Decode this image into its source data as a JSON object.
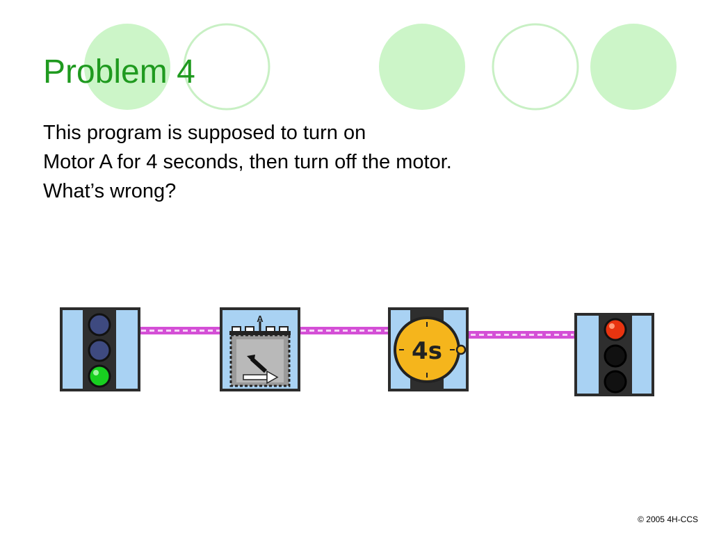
{
  "slide": {
    "title": "Problem 4",
    "body_lines": [
      "This program is supposed to turn on",
      "Motor A for 4 seconds, then turn off the motor.",
      "What’s wrong?"
    ],
    "footer": "© 2005 4H-CCS"
  },
  "program_blocks": [
    {
      "name": "start-block",
      "icon": "traffic-light-green-icon"
    },
    {
      "name": "motor-block",
      "icon": "motor-block-icon",
      "port_label": "A"
    },
    {
      "name": "wait-block",
      "icon": "stopwatch-icon",
      "label": "4s"
    },
    {
      "name": "stop-block",
      "icon": "traffic-light-red-icon"
    }
  ],
  "colors": {
    "title": "#1f9a1f",
    "circle_fill": "#ccf5c8",
    "circle_stroke": "#c8f0c4",
    "wire": "#d44fd6",
    "block_background": "#a9d2f3",
    "timer_face": "#f5b51c",
    "light_green": "#18d020",
    "light_red": "#e83410",
    "light_off": "#111111",
    "light_dim": "#3e4a80"
  }
}
